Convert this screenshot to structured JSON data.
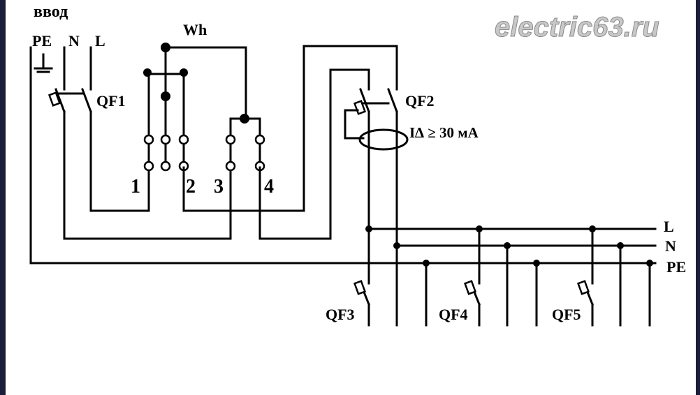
{
  "header": {
    "title": "ввод",
    "watermark": "electric63.ru"
  },
  "inputs": {
    "pe": "PE",
    "n": "N",
    "l": "L"
  },
  "meter": {
    "label": "Wh",
    "terminals": [
      "1",
      "2",
      "3",
      "4"
    ]
  },
  "breakers": {
    "qf1": "QF1",
    "qf2": "QF2",
    "qf2_rating": "I∆ ≥ 30 мА",
    "qf3": "QF3",
    "qf4": "QF4",
    "qf5": "QF5"
  },
  "buses": {
    "l": "L",
    "n": "N",
    "pe": "PE"
  },
  "colors": {
    "background": "#ffffff",
    "wire": "#000000",
    "frame": "#1b1d3a"
  }
}
